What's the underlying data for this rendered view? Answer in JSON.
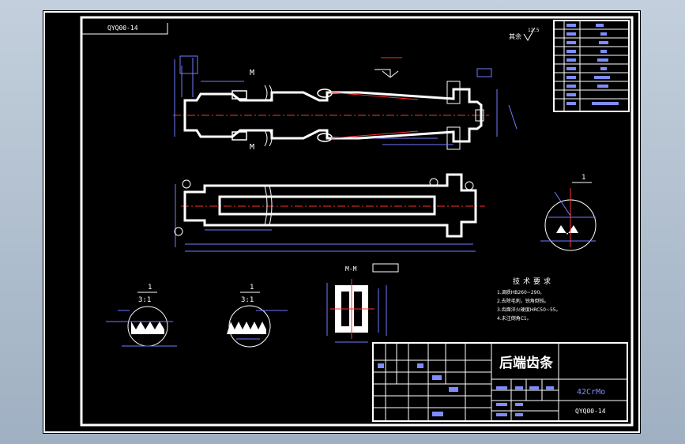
{
  "drawing": {
    "code_tag": "QYQ00-14",
    "section_label": "M-M",
    "detail_scale": "1",
    "detail_scale_full": "3:1",
    "section_mark": "M",
    "material_spec": "42CrMo",
    "roughness_value": "12.5",
    "roughness_note": "其余"
  },
  "title_block": {
    "part_name": "后端齿条",
    "material": "42CrMo",
    "drawing_number": "QYQ00-14"
  },
  "tech_notes": {
    "heading": "技术要求",
    "lines": [
      "1.调质HB260~290。",
      "2.去除毛刺，锐角倒钝。",
      "3.齿面淬火硬度HRC50~55。",
      "4.未注倒角C1。"
    ]
  },
  "colors": {
    "background": "#000000",
    "line": "#ffffff",
    "center_line": "#ff3030",
    "dimension": "#6f7dff",
    "accent_text": "#ff3030"
  }
}
